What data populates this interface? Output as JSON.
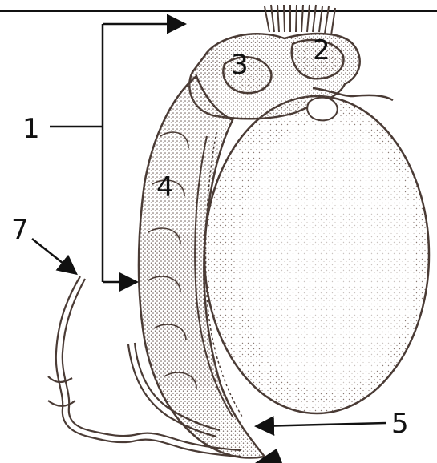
{
  "diagram": {
    "labels": {
      "l1": "1",
      "l2": "2",
      "l3": "3",
      "l4": "4",
      "l5": "5",
      "l7": "7"
    },
    "colors": {
      "outline": "#4a3b35",
      "shade": "#8a7a73",
      "labels": "#111111"
    }
  }
}
